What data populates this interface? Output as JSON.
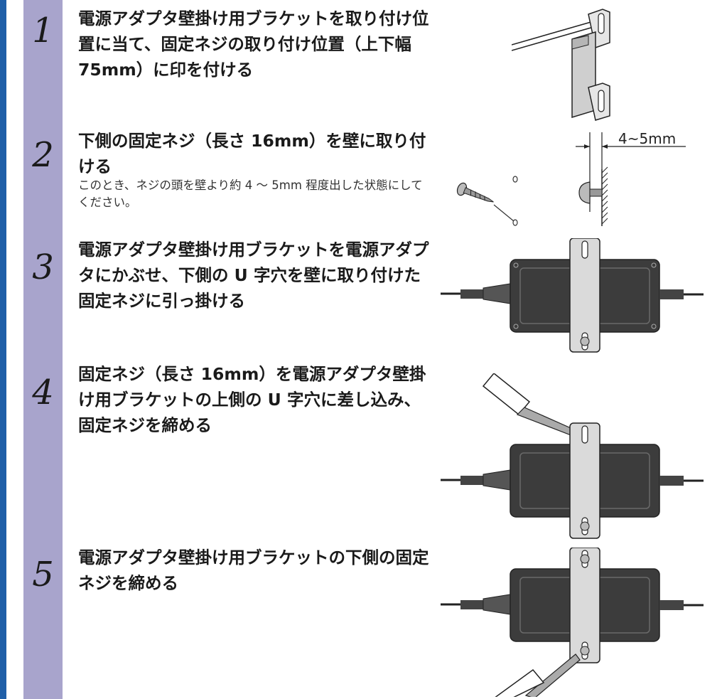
{
  "steps": [
    {
      "number": "1",
      "title": "電源アダプタ壁掛け用ブラケットを取り付け位置に当て、固定ネジの取り付け位置（上下幅 75mm）に印を付ける"
    },
    {
      "number": "2",
      "title": "下側の固定ネジ（長さ 16mm）を壁に取り付ける",
      "note": "このとき、ネジの頭を壁より約 4 ～ 5mm 程度出した状態にしてください。",
      "dimension_label": "4~5mm"
    },
    {
      "number": "3",
      "title": "電源アダプタ壁掛け用ブラケットを電源アダプタにかぶせ、下側の U 字穴を壁に取り付けた固定ネジに引っ掛ける"
    },
    {
      "number": "4",
      "title": "固定ネジ（長さ 16mm）を電源アダプタ壁掛け用ブラケットの上側の U 字穴に差し込み、固定ネジを締める"
    },
    {
      "number": "5",
      "title": "電源アダプタ壁掛け用ブラケットの下側の固定ネジを締める"
    }
  ],
  "colors": {
    "accent_rule": "#1f5fa8",
    "number_band": "#a8a4cc",
    "adapter_body": "#3c3c3c",
    "bracket": "#dadada"
  },
  "icons": [
    "bracket-illustration",
    "screw-illustration",
    "adapter-with-bracket-illustration",
    "screwdriver-illustration"
  ]
}
